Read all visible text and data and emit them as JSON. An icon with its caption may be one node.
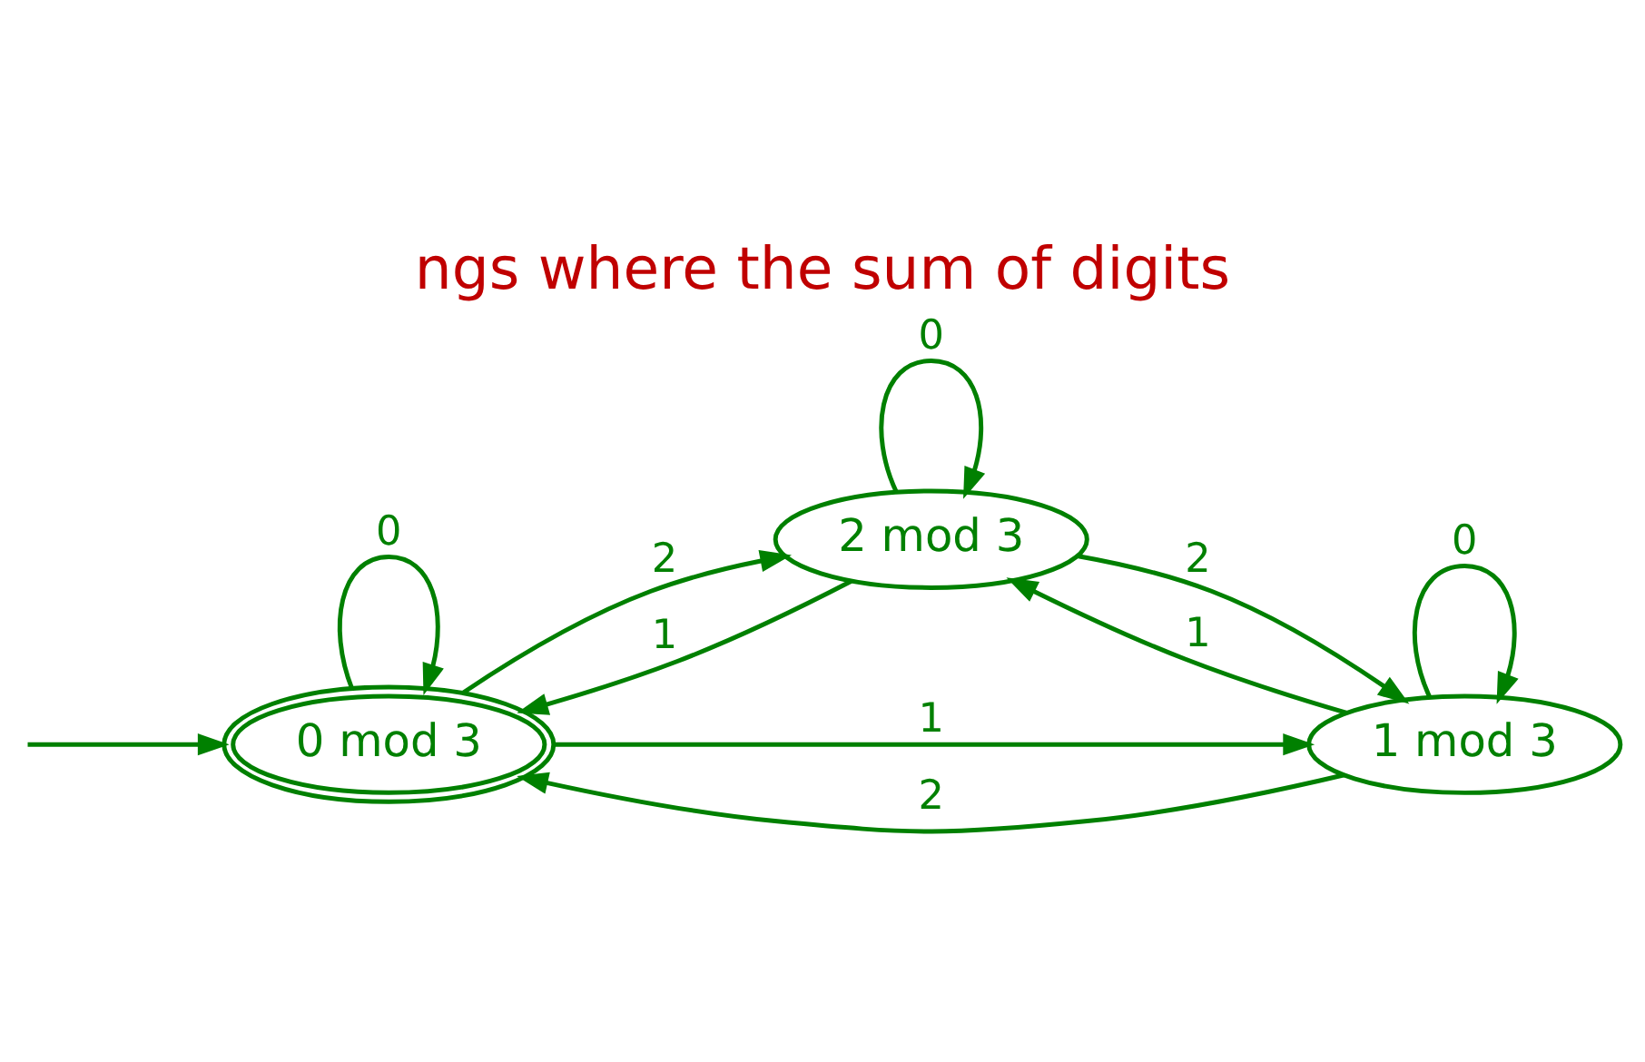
{
  "diagram": {
    "title": "ngs where the sum of digits",
    "nodes": [
      {
        "text": [
          "0 mod 3"
        ]
      },
      {
        "text": [
          "2 mod 3"
        ]
      },
      {
        "text": [
          "1 mod 3"
        ]
      }
    ],
    "edges": [
      {
        "from": null,
        "to": 0,
        "arrow": "to"
      },
      {
        "from": 0,
        "to": 0,
        "arrow": "to",
        "label": "0"
      },
      {
        "from": 0,
        "to": 1,
        "arrow": "to",
        "label": "2"
      },
      {
        "from": 1,
        "to": 0,
        "arrow": "to",
        "label": "1"
      },
      {
        "from": 0,
        "to": 2,
        "arrow": "to",
        "label": "1"
      },
      {
        "from": 2,
        "to": 0,
        "arrow": "to",
        "label": "2"
      },
      {
        "from": 2,
        "to": 1,
        "arrow": "to",
        "label": "1"
      },
      {
        "from": 1,
        "to": 2,
        "arrow": "to",
        "label": "2"
      },
      {
        "from": 1,
        "to": 1,
        "arrow": "to",
        "label": "0"
      },
      {
        "from": 2,
        "to": 2,
        "arrow": "to",
        "label": "0"
      }
    ]
  }
}
